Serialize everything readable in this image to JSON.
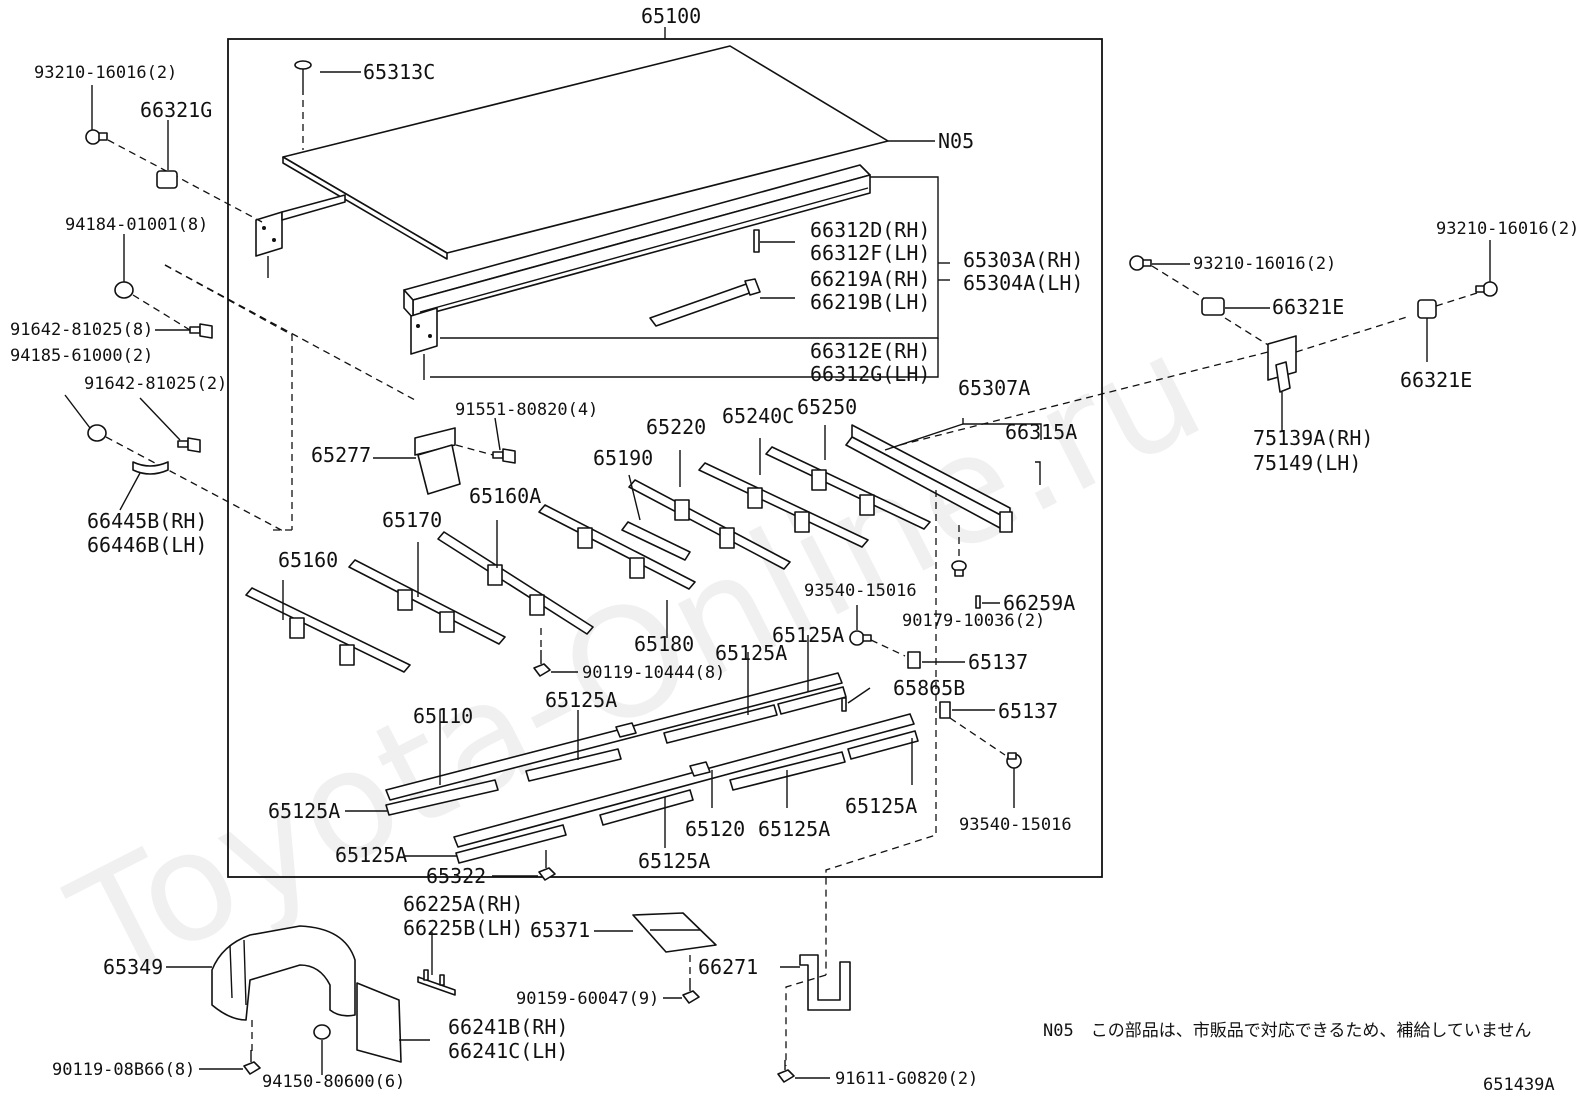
{
  "diagram": {
    "watermark": "Toyota-Online.ru",
    "diagram_code": "651439A",
    "note": "N05　この部品は、市販品で対応できるため、補給していません",
    "labels": {
      "p65100": "65100",
      "p65313C": "65313C",
      "pN05": "N05",
      "p66312D": "66312D(RH)",
      "p66312F": "66312F(LH)",
      "p65303A": "65303A(RH)",
      "p65304A": "65304A(LH)",
      "p66219A": "66219A(RH)",
      "p66219B": "66219B(LH)",
      "p66312E": "66312E(RH)",
      "p66312G": "66312G(LH)",
      "p93210_left": "93210-16016(2)",
      "p66321G": "66321G",
      "p94184": "94184-01001(8)",
      "p91642_8": "91642-81025(8)",
      "p94185": "94185-61000(2)",
      "p91642_2": "91642-81025(2)",
      "p66445B": "66445B(RH)",
      "p66446B": "66446B(LH)",
      "p91551": "91551-80820(4)",
      "p65277": "65277",
      "p65220": "65220",
      "p65240C": "65240C",
      "p65250": "65250",
      "p65307A": "65307A",
      "p66315A": "66315A",
      "p65190": "65190",
      "p65160A": "65160A",
      "p65170": "65170",
      "p65160": "65160",
      "p65180": "65180",
      "p93540_a": "93540-15016",
      "p90179": "90179-10036(2)",
      "p66259A": "66259A",
      "p65137_a": "65137",
      "p65137_b": "65137",
      "p90119_10444": "90119-10444(8)",
      "p65125A_1": "65125A",
      "p65125A_2": "65125A",
      "p65125A_3": "65125A",
      "p65125A_4": "65125A",
      "p65125A_5": "65125A",
      "p65125A_6": "65125A",
      "p65125A_7": "65125A",
      "p65125A_8": "65125A",
      "p65865B": "65865B",
      "p65110": "65110",
      "p65120": "65120",
      "p93540_b": "93540-15016",
      "p65322": "65322",
      "p93210_r1": "93210-16016(2)",
      "p66321E_r1": "66321E",
      "p93210_r2": "93210-16016(2)",
      "p66321E_r2": "66321E",
      "p75139A": "75139A(RH)",
      "p75149": "75149(LH)",
      "p66225A": "66225A(RH)",
      "p66225B": "66225B(LH)",
      "p65371": "65371",
      "p65349": "65349",
      "p66271": "66271",
      "p90159": "90159-60047(9)",
      "p66241B": "66241B(RH)",
      "p66241C": "66241C(LH)",
      "p90119_08B66": "90119-08B66(8)",
      "p94150": "94150-80600(6)",
      "p91611": "91611-G0820(2)"
    }
  }
}
